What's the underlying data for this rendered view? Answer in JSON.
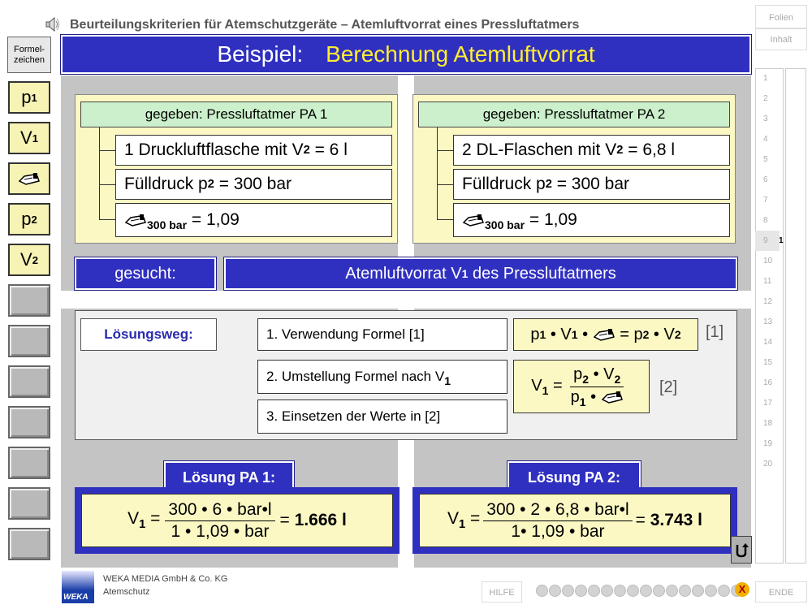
{
  "header": {
    "doc_title": "Beurteilungskriterien für Atemschutzgeräte – Atemluftvorrat eines Pressluftatmers",
    "banner_label": "Beispiel:",
    "banner_title": "Berechnung Atemluftvorrat"
  },
  "sidebar": {
    "formel_label_1": "Formel-",
    "formel_label_2": "zeichen",
    "symbols": [
      {
        "base": "p",
        "sub": "1"
      },
      {
        "base": "V",
        "sub": "1"
      },
      {
        "icon": "hand-icon"
      },
      {
        "base": "p",
        "sub": "2"
      },
      {
        "base": "V",
        "sub": "2"
      }
    ]
  },
  "pa1": {
    "heading": "gegeben: Pressluftatmer PA 1",
    "line1_pre": "1 Druckluftflasche mit V",
    "line1_sub": "2",
    "line1_post": " = 6 l",
    "line2_pre": "Fülldruck p",
    "line2_sub": "2",
    "line2_post": " = 300 bar",
    "line3_sub": "300 bar",
    "line3_post": " = 1,09"
  },
  "pa2": {
    "heading": "gegeben: Pressluftatmer PA 2",
    "line1_pre": "2 DL-Flaschen mit V",
    "line1_sub": "2",
    "line1_post": " = 6,8 l",
    "line2_pre": "Fülldruck p",
    "line2_sub": "2",
    "line2_post": " = 300 bar",
    "line3_sub": "300 bar",
    "line3_post": " = 1,09"
  },
  "gesucht": {
    "label": "gesucht:",
    "value_pre": "Atemluftvorrat V",
    "value_sub": "1",
    "value_post": " des Pressluftatmers"
  },
  "loesung": {
    "label": "Lösungsweg:",
    "step1": "1. Verwendung Formel [1]",
    "step2_pre": "2. Umstellung Formel nach V",
    "step2_sub": "1",
    "step3": "3. Einsetzen der Werte in [2]",
    "ref1": "[1]",
    "ref2": "[2]"
  },
  "result1": {
    "title": "Lösung PA 1:",
    "lhs": "V",
    "lhs_sub": "1",
    "num": "300 • 6 • bar•l",
    "den": "1 • 1,09 • bar",
    "result": "1.666 l"
  },
  "result2": {
    "title": "Lösung PA 2:",
    "lhs": "V",
    "lhs_sub": "1",
    "num": "300 • 2 • 6,8 • bar•l",
    "den": "1• 1,09 • bar",
    "result": "3.743 l"
  },
  "right_nav": {
    "folien": "Folien",
    "inhalt": "Inhalt",
    "slides": [
      "1",
      "2",
      "3",
      "4",
      "5",
      "6",
      "7",
      "8",
      "9",
      "10",
      "11",
      "12",
      "13",
      "14",
      "15",
      "16",
      "17",
      "18",
      "19",
      "20"
    ],
    "active_slide": "9",
    "active_marker": "1"
  },
  "footer": {
    "company": "WEKA MEDIA GmbH & Co. KG",
    "subtitle": "Atemschutz",
    "logo": "WEKA",
    "hilfe": "HILFE",
    "ende": "ENDE",
    "close_x": "X"
  },
  "colors": {
    "banner": "#3030c0",
    "title_yellow": "#ffee30",
    "box_yellow": "#fbf8c4",
    "head_green": "#ccf0cc"
  }
}
